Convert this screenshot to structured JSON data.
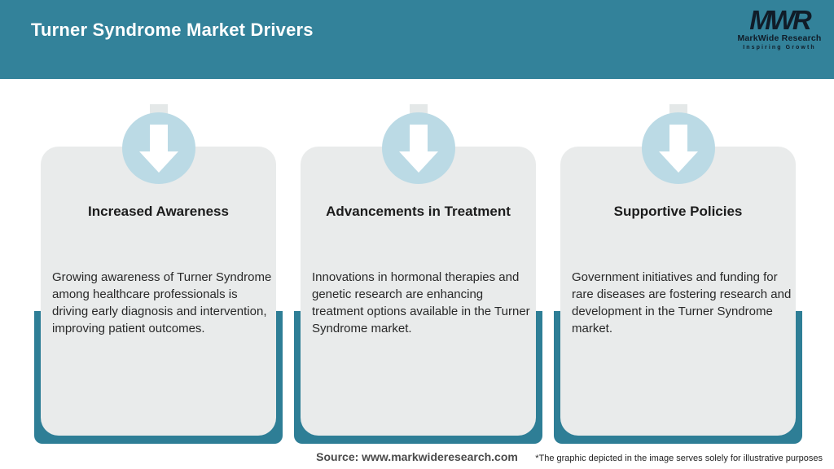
{
  "header": {
    "title": "Turner Syndrome Market Drivers"
  },
  "logo": {
    "monogram": "MWR",
    "name": "MarkWide Research",
    "tagline": "Inspiring Growth"
  },
  "cards": [
    {
      "title": "Increased Awareness",
      "body": "Growing awareness of Turner Syndrome among healthcare professionals is driving early diagnosis and intervention, improving patient outcomes."
    },
    {
      "title": "Advancements in Treatment",
      "body": "Innovations in hormonal therapies and genetic research are enhancing treatment options available in the Turner Syndrome market."
    },
    {
      "title": "Supportive Policies",
      "body": "Government initiatives and funding for rare diseases are fostering research and development in the Turner Syndrome market."
    }
  ],
  "footer": {
    "source": "Source: www.markwideresearch.com",
    "disclaimer": "*The graphic depicted in the image serves solely for illustrative purposes"
  },
  "colors": {
    "header_teal": "#33829A",
    "band_teal": "#2E7E96",
    "circle_blue": "#BBDAE5",
    "card_gray": "#E9EBEB",
    "title_white": "#FFFFFF",
    "text_dark": "#1C1C1C",
    "logo_navy": "#101C28"
  }
}
